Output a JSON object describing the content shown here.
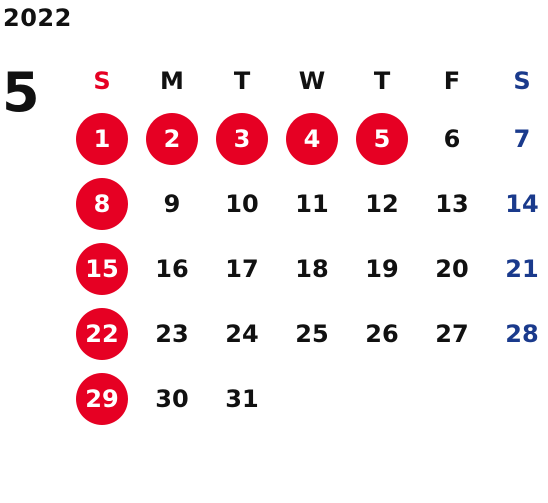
{
  "calendar": {
    "year": "2022",
    "month": "5",
    "colors": {
      "text": "#111111",
      "sunday_header": "#e60023",
      "saturday": "#1a3a8c",
      "holiday_fill": "#e60023",
      "holiday_text": "#ffffff"
    },
    "weekdays": [
      "S",
      "M",
      "T",
      "W",
      "T",
      "F",
      "S"
    ],
    "weeks": [
      [
        {
          "day": "1",
          "holiday": true
        },
        {
          "day": "2",
          "holiday": true
        },
        {
          "day": "3",
          "holiday": true
        },
        {
          "day": "4",
          "holiday": true
        },
        {
          "day": "5",
          "holiday": true
        },
        {
          "day": "6",
          "holiday": false
        },
        {
          "day": "7",
          "holiday": false
        }
      ],
      [
        {
          "day": "8",
          "holiday": true
        },
        {
          "day": "9",
          "holiday": false
        },
        {
          "day": "10",
          "holiday": false
        },
        {
          "day": "11",
          "holiday": false
        },
        {
          "day": "12",
          "holiday": false
        },
        {
          "day": "13",
          "holiday": false
        },
        {
          "day": "14",
          "holiday": false
        }
      ],
      [
        {
          "day": "15",
          "holiday": true
        },
        {
          "day": "16",
          "holiday": false
        },
        {
          "day": "17",
          "holiday": false
        },
        {
          "day": "18",
          "holiday": false
        },
        {
          "day": "19",
          "holiday": false
        },
        {
          "day": "20",
          "holiday": false
        },
        {
          "day": "21",
          "holiday": false
        }
      ],
      [
        {
          "day": "22",
          "holiday": true
        },
        {
          "day": "23",
          "holiday": false
        },
        {
          "day": "24",
          "holiday": false
        },
        {
          "day": "25",
          "holiday": false
        },
        {
          "day": "26",
          "holiday": false
        },
        {
          "day": "27",
          "holiday": false
        },
        {
          "day": "28",
          "holiday": false
        }
      ],
      [
        {
          "day": "29",
          "holiday": true
        },
        {
          "day": "30",
          "holiday": false
        },
        {
          "day": "31",
          "holiday": false
        },
        {
          "day": "",
          "holiday": false
        },
        {
          "day": "",
          "holiday": false
        },
        {
          "day": "",
          "holiday": false
        },
        {
          "day": "",
          "holiday": false
        }
      ]
    ]
  }
}
